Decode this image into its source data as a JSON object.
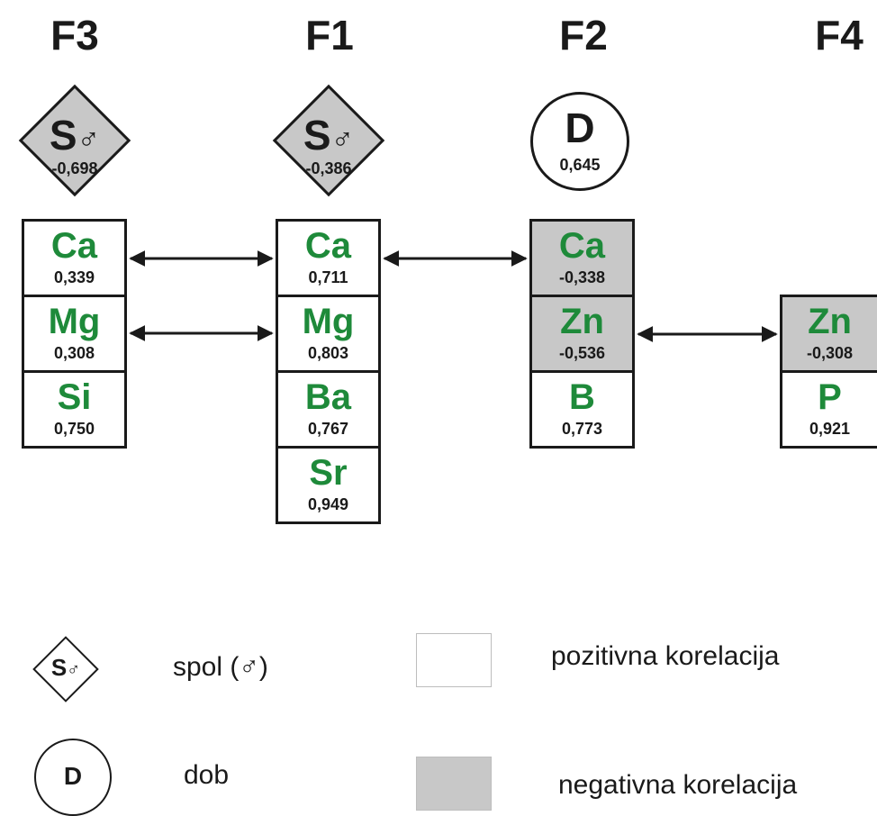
{
  "factors": [
    {
      "id": "F3",
      "title": "F3"
    },
    {
      "id": "F1",
      "title": "F1"
    },
    {
      "id": "F2",
      "title": "F2"
    },
    {
      "id": "F4",
      "title": "F4"
    }
  ],
  "markers": {
    "f3_sex": {
      "letter": "S",
      "symbol": "♂",
      "value": "-0,698"
    },
    "f1_sex": {
      "letter": "S",
      "symbol": "♂",
      "value": "-0,386"
    },
    "f2_age": {
      "letter": "D",
      "value": "0,645"
    }
  },
  "columns": {
    "f3": [
      {
        "element": "Ca",
        "loading": "0,339",
        "sign": "positive"
      },
      {
        "element": "Mg",
        "loading": "0,308",
        "sign": "positive"
      },
      {
        "element": "Si",
        "loading": "0,750",
        "sign": "positive"
      }
    ],
    "f1": [
      {
        "element": "Ca",
        "loading": "0,711",
        "sign": "positive"
      },
      {
        "element": "Mg",
        "loading": "0,803",
        "sign": "positive"
      },
      {
        "element": "Ba",
        "loading": "0,767",
        "sign": "positive"
      },
      {
        "element": "Sr",
        "loading": "0,949",
        "sign": "positive"
      }
    ],
    "f2": [
      {
        "element": "Ca",
        "loading": "-0,338",
        "sign": "negative"
      },
      {
        "element": "Zn",
        "loading": "-0,536",
        "sign": "negative"
      },
      {
        "element": "B",
        "loading": "0,773",
        "sign": "positive"
      }
    ],
    "f4": [
      {
        "element": "Zn",
        "loading": "-0,308",
        "sign": "negative"
      },
      {
        "element": "P",
        "loading": "0,921",
        "sign": "positive"
      }
    ]
  },
  "links": [
    {
      "from": "F3 Ca",
      "to": "F1 Ca"
    },
    {
      "from": "F3 Mg",
      "to": "F1 Mg"
    },
    {
      "from": "F1 Ca",
      "to": "F2 Ca"
    },
    {
      "from": "F2 Zn",
      "to": "F4 Zn"
    }
  ],
  "legend": {
    "sex": {
      "letter": "S",
      "symbol": "♂",
      "label": "spol (♂)"
    },
    "age": {
      "letter": "D",
      "label": "dob"
    },
    "positive": {
      "label": "pozitivna korelacija",
      "color": "#ffffff"
    },
    "negative": {
      "label": "negativna korelacija",
      "color": "#c8c8c8"
    }
  },
  "colors": {
    "element_text": "#1e8a3a",
    "negative_fill": "#c8c8c8",
    "outline": "#1a1a1a"
  }
}
